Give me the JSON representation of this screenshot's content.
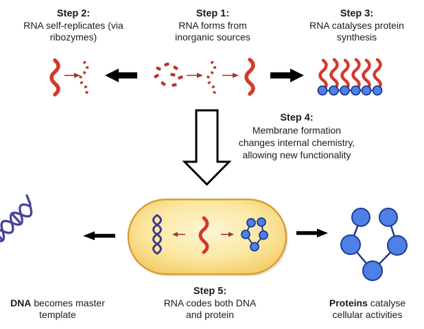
{
  "steps": {
    "step1": {
      "title": "Step 1:",
      "line1": "RNA forms from",
      "line2": "inorganic sources"
    },
    "step2": {
      "title": "Step 2:",
      "line1": "RNA self-replicates (via",
      "line2": "ribozymes)"
    },
    "step3": {
      "title": "Step 3:",
      "line1": "RNA catalyses protein",
      "line2": "synthesis"
    },
    "step4": {
      "title": "Step 4:",
      "line1": "Membrane formation",
      "line2": "changes internal chemistry,",
      "line3": "allowing new functionality"
    },
    "step5": {
      "title": "Step 5:",
      "line1": "RNA codes both DNA",
      "line2": "and protein"
    }
  },
  "labels": {
    "dna": {
      "bold": "DNA",
      "rest": " becomes master",
      "line2": "template"
    },
    "proteins": {
      "bold": "Proteins",
      "rest": " catalyse",
      "line2": "cellular activities"
    }
  },
  "icons": {
    "rna_strand": "red wavy RNA strand",
    "rna_template": "dotted red replicating strand",
    "nucleotides": "scattered red inorganic fragments",
    "ribosome_chain": "RNA strands bound to blue protein chain",
    "membrane_cell": "yellow capsule membrane",
    "dna_helix": "blue double helix",
    "protein_cluster": "linked blue protein circles",
    "flow_arrow": "thick black arrow",
    "transform_arrow": "thin dark-red arrow",
    "step4_arrow": "hollow black-outlined down arrow"
  },
  "colors": {
    "rna_red": "#d6382c",
    "nucleotide_red": "#bf332a",
    "transform_arrow_red": "#9c392e",
    "flow_arrow_black": "#000000",
    "protein_blue": "#4d80e8",
    "protein_outline": "#1e3a8a",
    "dna_blue": "#45449b",
    "membrane_fill_light": "#fdf6d6",
    "membrane_fill_dark": "#f3c45b",
    "membrane_border": "#d89e33",
    "background": "#ffffff",
    "text": "#1a1a1a"
  }
}
